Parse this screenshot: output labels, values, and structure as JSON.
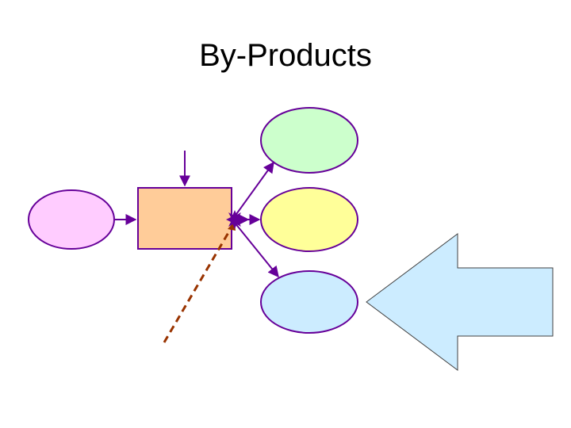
{
  "title": "By-Products",
  "diagram": {
    "nodes": [
      {
        "id": "input-ellipse",
        "shape": "ellipse",
        "fill": "#FFCCFF"
      },
      {
        "id": "process-box",
        "shape": "rect",
        "fill": "#FFCC99"
      },
      {
        "id": "output-top-ellipse",
        "shape": "ellipse",
        "fill": "#CCFFCC"
      },
      {
        "id": "output-middle-ellipse",
        "shape": "ellipse",
        "fill": "#FFFF99"
      },
      {
        "id": "output-bottom-ellipse",
        "shape": "ellipse",
        "fill": "#CCECFF"
      },
      {
        "id": "pointer-arrow",
        "shape": "block-arrow-left",
        "fill": "#CCECFF"
      }
    ],
    "stroke_color": "#660099",
    "dashed_line_color": "#993300",
    "junction_color": "#660099"
  }
}
